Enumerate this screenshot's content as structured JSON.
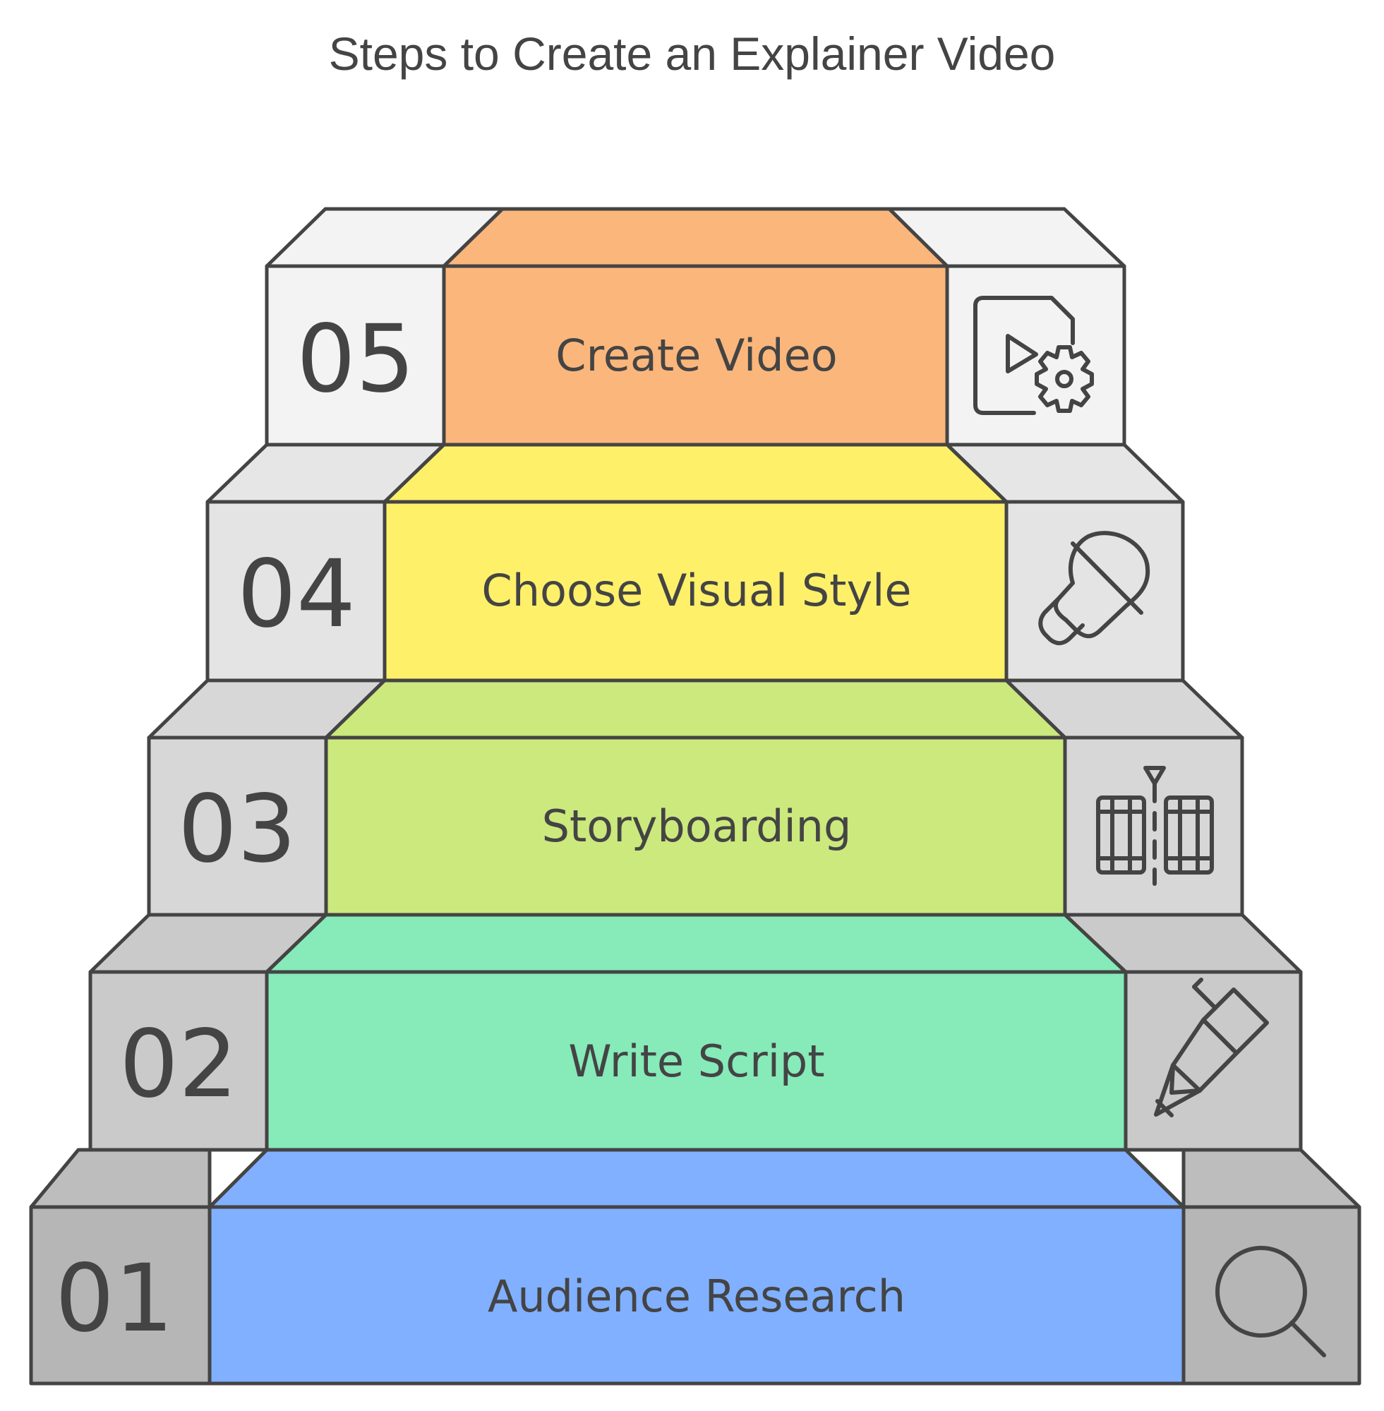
{
  "title": "Steps to Create an Explainer Video",
  "steps": [
    {
      "number": "01",
      "label": "Audience Research",
      "color": "#80b0ff",
      "side_color": "#bdbdbd",
      "icon": "magnifier-icon"
    },
    {
      "number": "02",
      "label": "Write Script",
      "color": "#86eab9",
      "side_color": "#cacaca",
      "icon": "pencil-icon"
    },
    {
      "number": "03",
      "label": "Storyboarding",
      "color": "#cbe97d",
      "side_color": "#d7d7d7",
      "icon": "film-frames-icon"
    },
    {
      "number": "04",
      "label": "Choose Visual Style",
      "color": "#fff06a",
      "side_color": "#e6e6e6",
      "icon": "paintbrush-icon"
    },
    {
      "number": "05",
      "label": "Create Video",
      "color": "#fbb67b",
      "side_color": "#f3f3f3",
      "icon": "video-file-settings-icon"
    }
  ]
}
